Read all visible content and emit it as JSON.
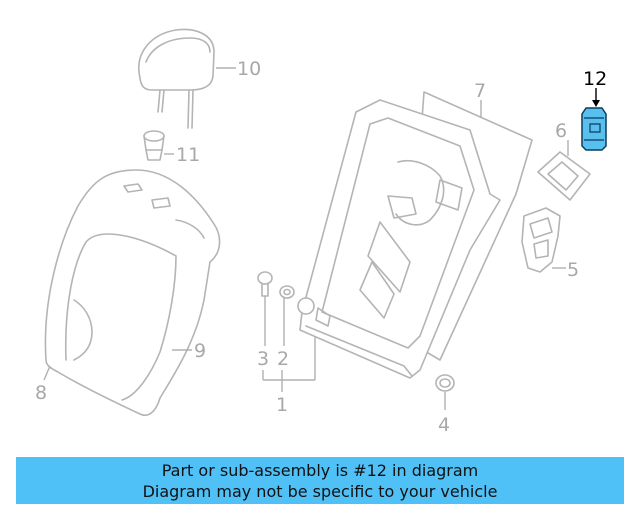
{
  "diagram": {
    "callouts": {
      "c1": "1",
      "c2": "2",
      "c3": "3",
      "c4": "4",
      "c5": "5",
      "c6": "6",
      "c7": "7",
      "c8": "8",
      "c9": "9",
      "c10": "10",
      "c11": "11",
      "c12": "12"
    },
    "highlighted_part": "12",
    "colors": {
      "highlight": "#57c0ef",
      "banner": "#4fc1f7",
      "lines": "#b4b4b4"
    }
  },
  "notice": {
    "line1": "Part or sub-assembly is #12 in diagram",
    "line2": "Diagram may not be specific to your vehicle"
  }
}
